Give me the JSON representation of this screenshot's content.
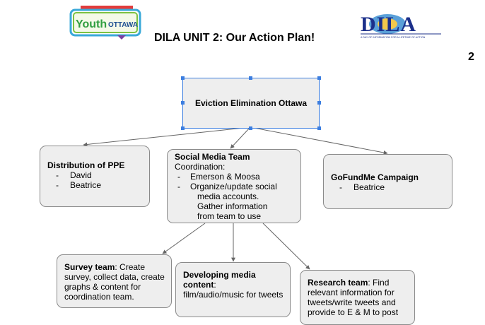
{
  "header": {
    "title": "DILA UNIT 2: Our Action Plan!",
    "page_number": "2",
    "youth_logo": {
      "text_youth": "Youth",
      "text_ottawa": "OTTAWA"
    },
    "dila_logo": {
      "text": "DILA",
      "tagline": "A DAY OF INFORMATION FOR A LIFETIME OF ACTION"
    }
  },
  "root": {
    "label": "Eviction Elimination Ottawa"
  },
  "nodes": {
    "ppe": {
      "title": "Distribution of PPE",
      "items": [
        "David",
        "Beatrice"
      ]
    },
    "social": {
      "title": "Social Media Team",
      "subtitle": "Coordination:",
      "items": [
        "Emerson & Moosa",
        "Organize/update social",
        "media accounts."
      ],
      "continuation": [
        "Gather information",
        "from team to use"
      ]
    },
    "gofundme": {
      "title": "GoFundMe Campaign",
      "items": [
        "Beatrice"
      ]
    },
    "survey": {
      "title": "Survey team",
      "text": ": Create survey, collect data, create graphs & content for coordination team."
    },
    "developing": {
      "title": "Developing media content",
      "title_suffix": ":",
      "text": "film/audio/music for tweets"
    },
    "research": {
      "title": "Research team",
      "text": ": Find relevant information for tweets/write tweets and provide to E & M to post"
    }
  },
  "colors": {
    "box_fill": "#eeeeee",
    "box_border": "#8a8a8a",
    "selection": "#3c7ee0",
    "arrow": "#666666",
    "yo_green": "#2f9e3f",
    "yo_blue": "#1d4f91",
    "dila_blue": "#1b2f8a"
  }
}
